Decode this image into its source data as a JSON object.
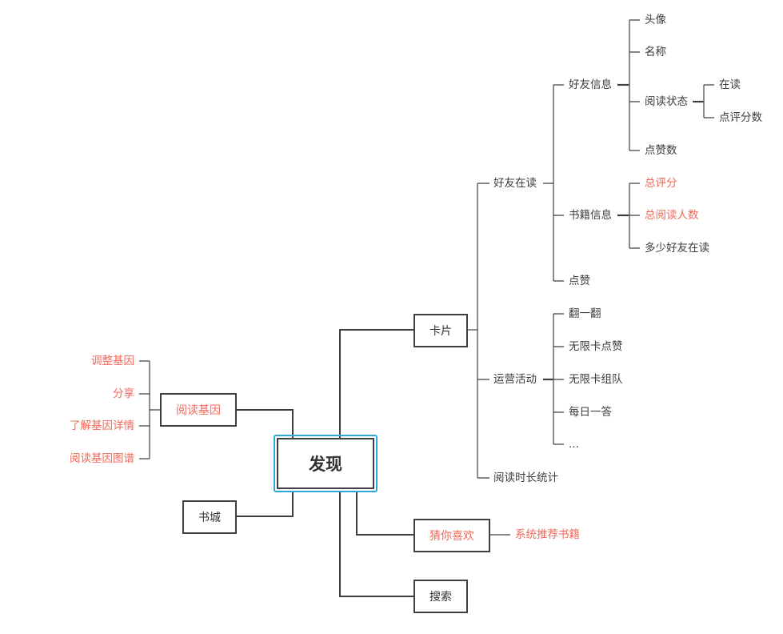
{
  "root": "发现",
  "nodes": {
    "card": "卡片",
    "reading_gene": "阅读基因",
    "bookstore": "书城",
    "guess": "猜你喜欢",
    "search": "搜索"
  },
  "card_branch": {
    "friends_reading": "好友在读",
    "friend_info": "好友信息",
    "avatar": "头像",
    "name": "名称",
    "reading_status": "阅读状态",
    "reading_now": "在读",
    "rating_count": "点评分数",
    "like_count": "点赞数",
    "book_info": "书籍信息",
    "total_rating": "总评分",
    "total_readers": "总阅读人数",
    "friends_reading_count": "多少好友在读",
    "like": "点赞",
    "operations": "运营活动",
    "flip": "翻一翻",
    "unlimited_like": "无限卡点赞",
    "unlimited_team": "无限卡组队",
    "daily_qa": "每日一答",
    "ellipsis": "...",
    "reading_time": "阅读时长统计"
  },
  "gene_branch": {
    "adjust": "调整基因",
    "share": "分享",
    "details": "了解基因详情",
    "map": "阅读基因图谱"
  },
  "guess_branch": {
    "system_recommend": "系统推荐书籍"
  },
  "colors": {
    "line": "#3c4043",
    "highlight": "#f0695a",
    "root_border": "#2ea8dc"
  }
}
